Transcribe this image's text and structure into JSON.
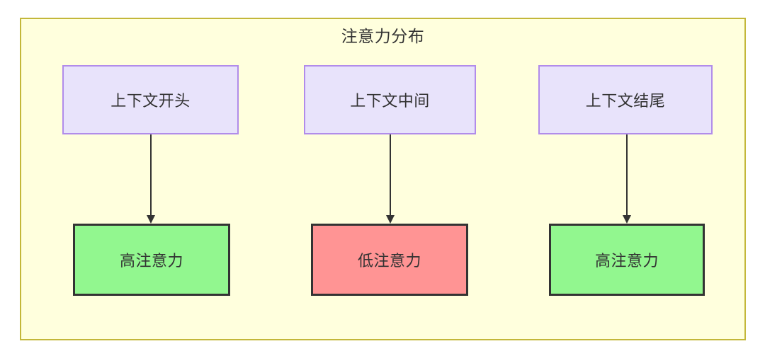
{
  "diagram": {
    "title": "注意力分布",
    "container_fill": "#ffffdd",
    "container_stroke": "#c3b73a",
    "nodes": [
      {
        "id": "context_start",
        "label": "上下文开头",
        "row": "top",
        "fill": "#e8e3fb",
        "stroke": "#b18cea"
      },
      {
        "id": "context_middle",
        "label": "上下文中间",
        "row": "top",
        "fill": "#e8e3fb",
        "stroke": "#b18cea"
      },
      {
        "id": "context_end",
        "label": "上下文结尾",
        "row": "top",
        "fill": "#e8e3fb",
        "stroke": "#b18cea"
      },
      {
        "id": "high_attn_1",
        "label": "高注意力",
        "row": "bottom",
        "fill": "#92f78f",
        "stroke": "#333333"
      },
      {
        "id": "low_attn",
        "label": "低注意力",
        "row": "bottom",
        "fill": "#ff9494",
        "stroke": "#333333"
      },
      {
        "id": "high_attn_2",
        "label": "高注意力",
        "row": "bottom",
        "fill": "#92f78f",
        "stroke": "#333333"
      }
    ],
    "edges": [
      {
        "from": "context_start",
        "to": "high_attn_1",
        "arrow": "down-arrow"
      },
      {
        "from": "context_middle",
        "to": "low_attn",
        "arrow": "down-arrow"
      },
      {
        "from": "context_end",
        "to": "high_attn_2",
        "arrow": "down-arrow"
      }
    ]
  }
}
